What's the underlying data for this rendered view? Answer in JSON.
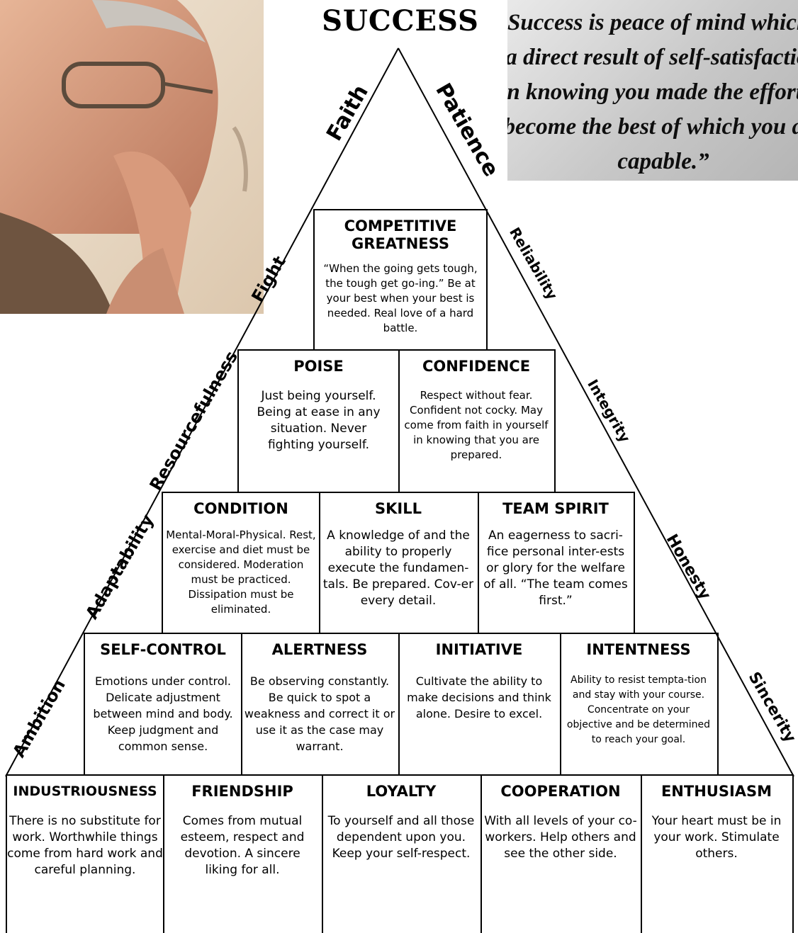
{
  "title": "SUCCESS",
  "quote": "“Success is peace of mind which is a direct result of self-satisfaction in knowing you made the effort to become the best of which you are capable.”",
  "left_side": [
    "Faith",
    "Fight",
    "Resourcefulness",
    "Adaptability",
    "Ambition"
  ],
  "right_side": [
    "Patience",
    "Reliability",
    "Integrity",
    "Honesty",
    "Sincerity"
  ],
  "tiers": {
    "tier1": [
      {
        "title": "COMPETITIVE GREATNESS",
        "text": "“When the going gets tough, the tough get go-ing.” Be at your best when your best is needed. Real love of a hard battle."
      }
    ],
    "tier2": [
      {
        "title": "POISE",
        "text": "Just being yourself. Being at ease in any situation. Never fighting yourself."
      },
      {
        "title": "CONFIDENCE",
        "text": "Respect without fear. Confident not cocky. May come from faith in yourself in knowing that you are prepared."
      }
    ],
    "tier3": [
      {
        "title": "CONDITION",
        "text": "Mental-Moral-Physical. Rest, exercise and diet must be considered. Moderation must be practiced. Dissipation must be eliminated."
      },
      {
        "title": "SKILL",
        "text": "A knowledge of and the ability to properly execute the fundamen-tals. Be prepared. Cov-er every detail."
      },
      {
        "title": "TEAM SPIRIT",
        "text": "An eagerness to sacri-fice personal inter-ests or glory for the welfare of all. “The team comes first.”"
      }
    ],
    "tier4": [
      {
        "title": "SELF-CONTROL",
        "text": "Emotions under control. Delicate adjustment between mind and body. Keep judgment and common sense."
      },
      {
        "title": "ALERTNESS",
        "text": "Be observing constantly. Be quick to spot a weakness and correct it or use it as the case may warrant."
      },
      {
        "title": "INITIATIVE",
        "text": "Cultivate the ability to make decisions and think alone.  Desire to excel."
      },
      {
        "title": "INTENTNESS",
        "text": "Ability to resist tempta-tion and stay with your course. Concentrate on your objective and be determined to reach your goal."
      }
    ],
    "tier5": [
      {
        "title": "INDUSTRIOUSNESS",
        "text": "There is no substitute for work. Worthwhile things come from hard work and careful planning."
      },
      {
        "title": "FRIENDSHIP",
        "text": "Comes from mutual esteem, respect and devotion. A sincere liking for all."
      },
      {
        "title": "LOYALTY",
        "text": "To yourself and all those dependent upon you. Keep your self-respect."
      },
      {
        "title": "COOPERATION",
        "text": "With all levels of your co-workers. Help others and see the other side."
      },
      {
        "title": "ENTHUSIASM",
        "text": "Your heart must be in your work. Stimulate others."
      }
    ]
  },
  "colors": {
    "line": "#000000",
    "quote_bg": "#c8c8c8"
  }
}
